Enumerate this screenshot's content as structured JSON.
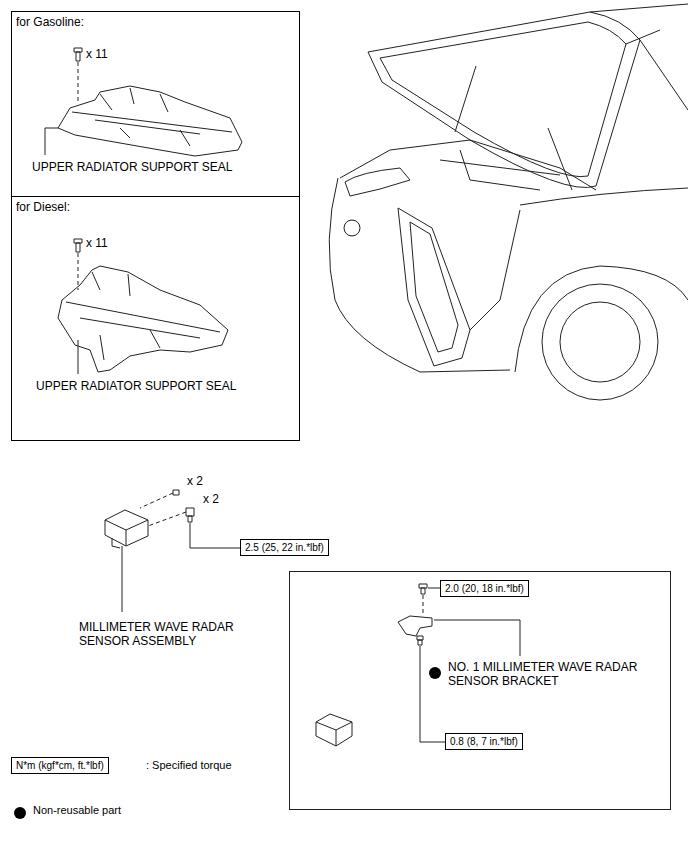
{
  "diagram": {
    "nodes": [
      {
        "text": [
          "for Gasoline:",
          "x 11",
          "UPPER RADIATOR SUPPORT SEAL"
        ]
      },
      {
        "text": [
          "for Diesel:",
          "x 11",
          "UPPER RADIATOR SUPPORT SEAL"
        ]
      },
      {
        "text": [
          "2.5 (25, 22 in.*lbf)"
        ]
      },
      {
        "text": [
          "2.0 (20, 18 in.*lbf)"
        ]
      },
      {
        "text": [
          "0.8 (8, 7 in.*lbf)"
        ]
      },
      {
        "text": [
          "N*m (kgf*cm, ft.*lbf)"
        ]
      }
    ],
    "labels": [
      "x 2",
      "x 2",
      "MILLIMETER WAVE RADAR SENSOR ASSEMBLY",
      "NO. 1 MILLIMETER WAVE RADAR SENSOR BRACKET"
    ],
    "legend": [
      {
        "text": ": Specified torque"
      },
      {
        "text": "Non-reusable part"
      }
    ]
  }
}
